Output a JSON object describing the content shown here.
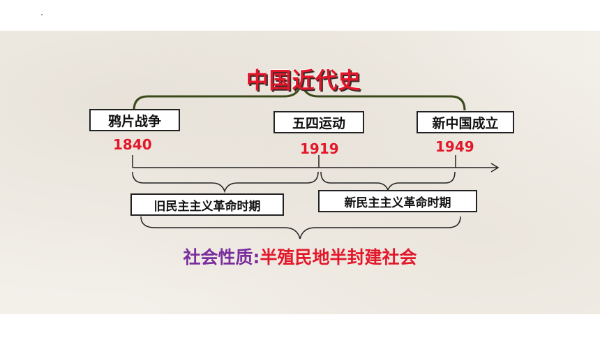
{
  "title": "中国近代史",
  "events": [
    {
      "label": "鸦片战争",
      "year": "1840"
    },
    {
      "label": "五四运动",
      "year": "1919"
    },
    {
      "label": "新中国成立",
      "year": "1949"
    }
  ],
  "periods": [
    {
      "label": "旧民主主义革命时期"
    },
    {
      "label": "新民主主义革命时期"
    }
  ],
  "nature": {
    "label": "社会性质:",
    "value": "半殖民地半封建社会"
  },
  "colors": {
    "title": "#e3172a",
    "year": "#e3172a",
    "nature_label": "#7a2d9c",
    "nature_value": "#e3172a",
    "top_brace": "#3b4a1a",
    "lines": "#222222"
  }
}
